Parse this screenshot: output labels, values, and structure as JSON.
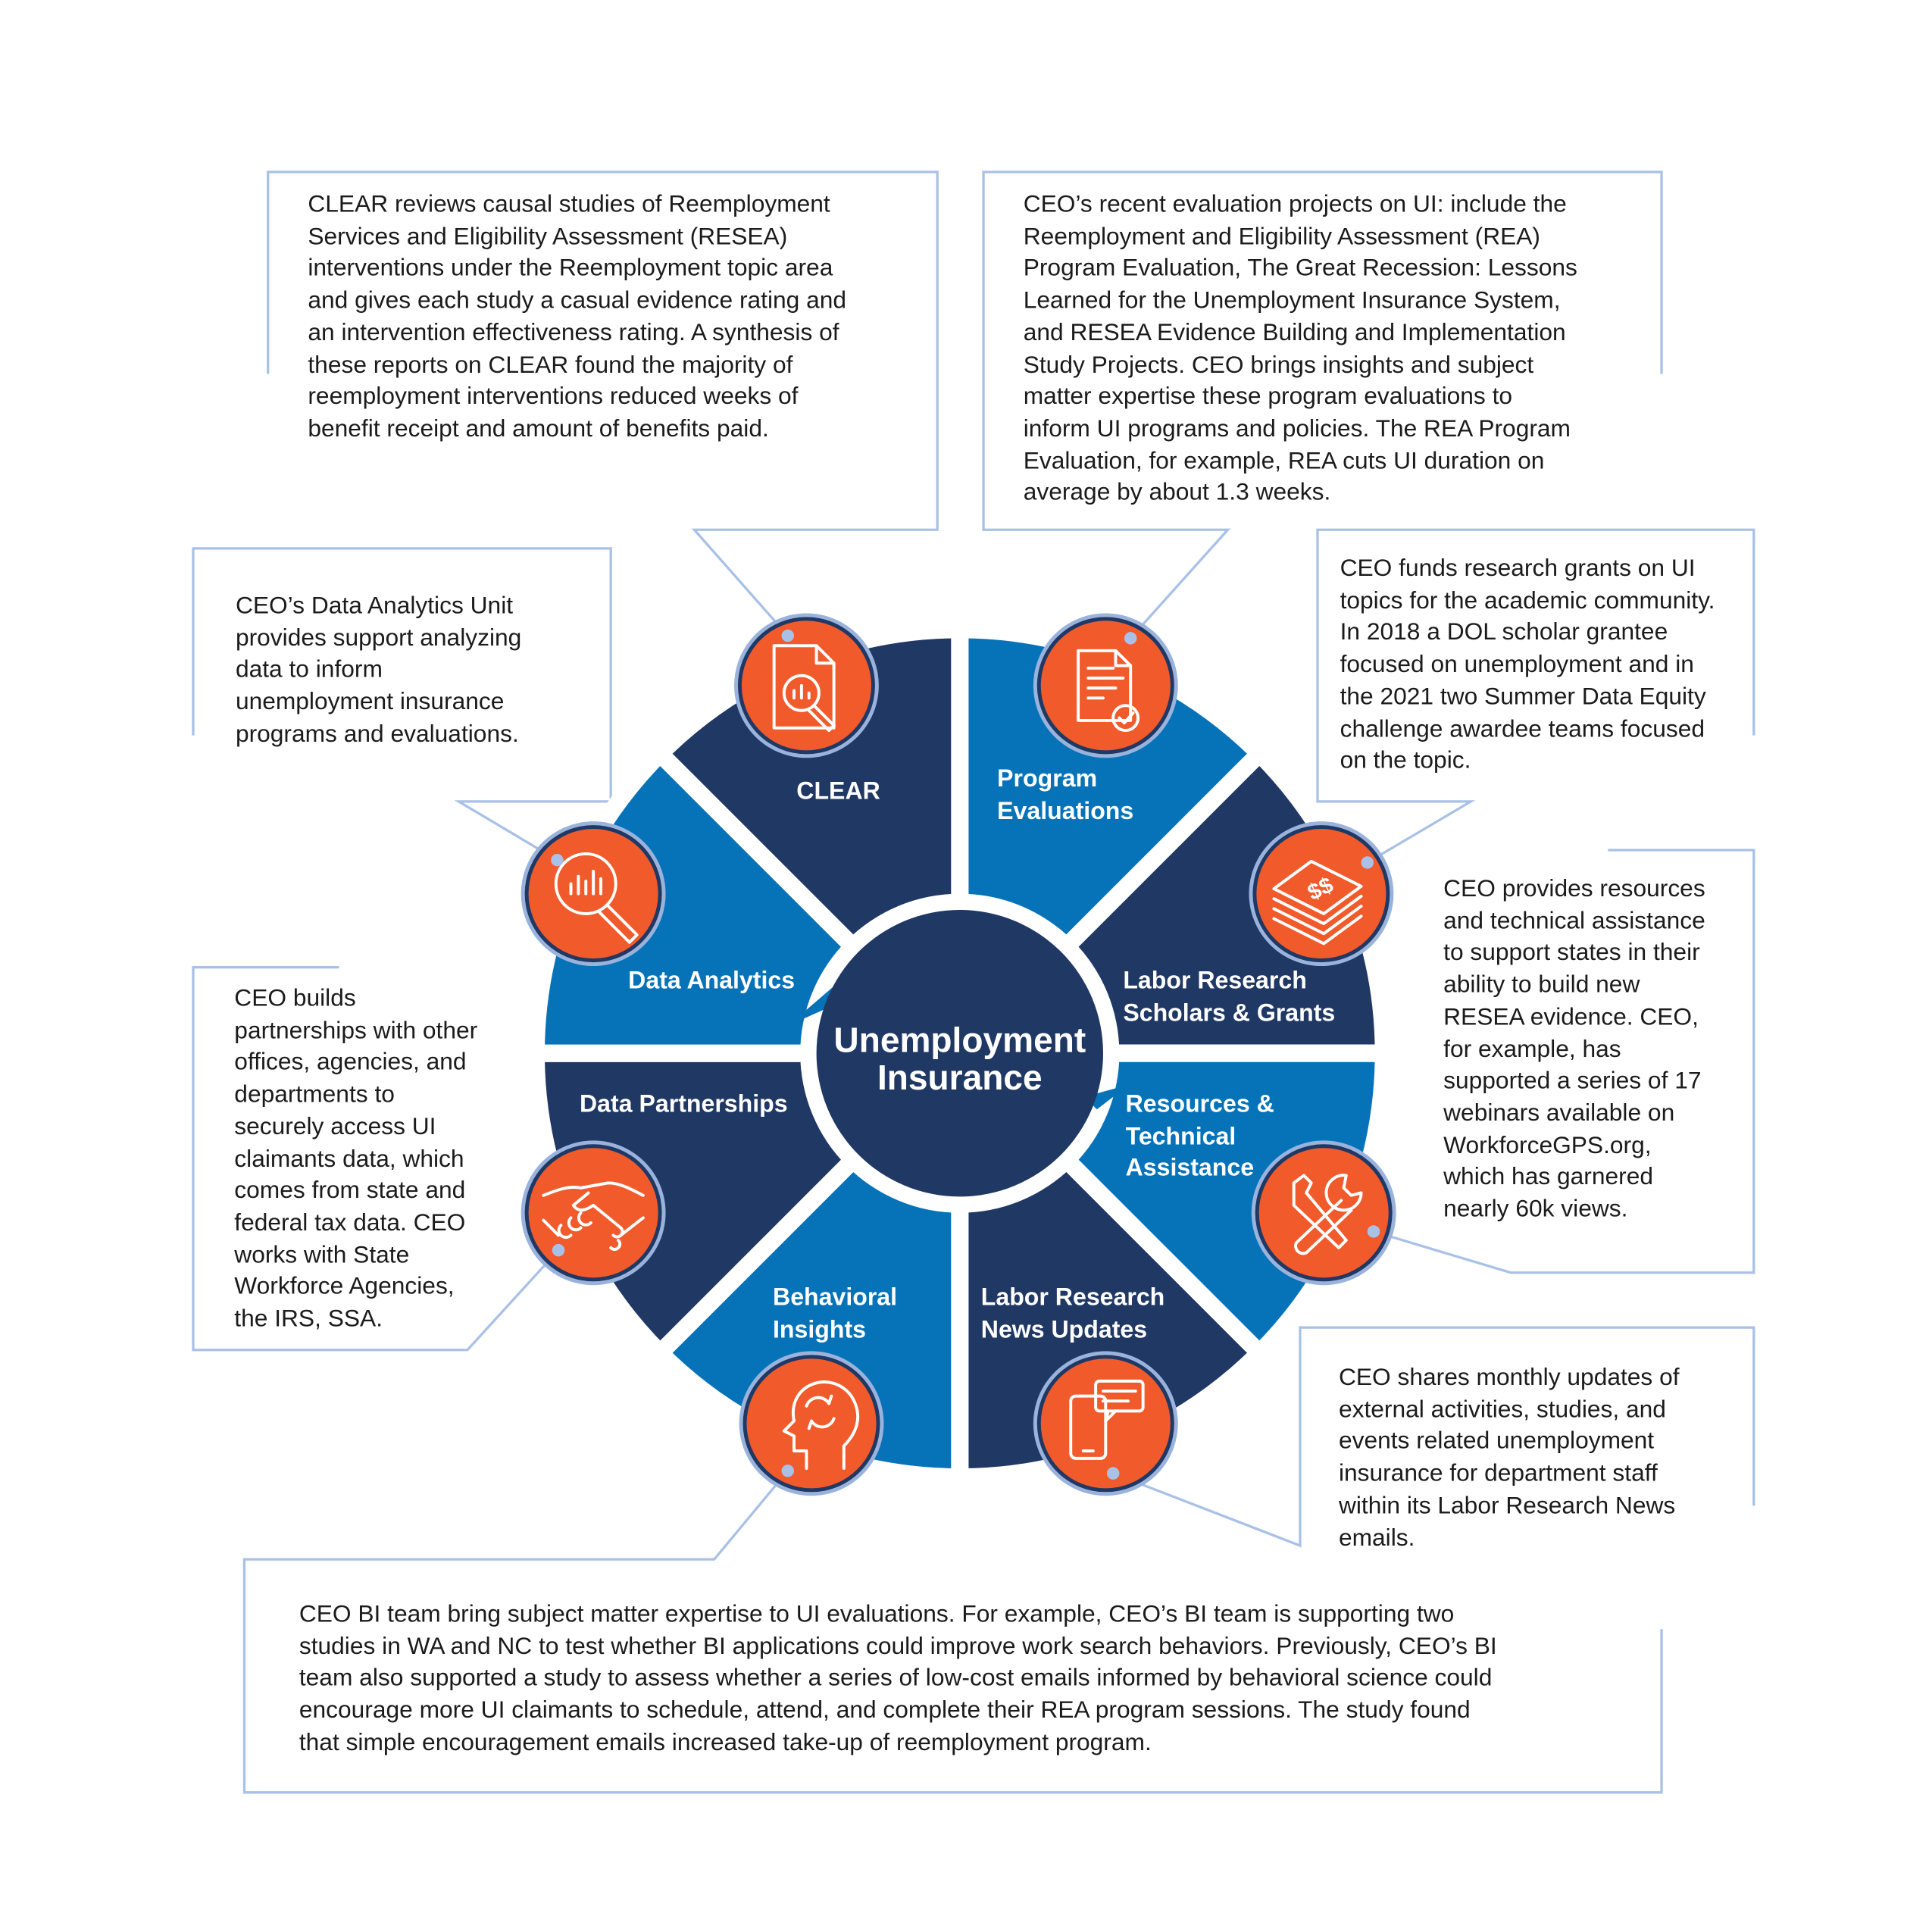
{
  "colors": {
    "dark": "#203864",
    "light": "#0673b9",
    "orange": "#f15a2b",
    "ring": "#9ab3dc",
    "callout": "#a9c1e6"
  },
  "center_title": "Unemployment\nInsurance",
  "segments": [
    {
      "label": "Program\nEvaluations",
      "icon": "document-check-icon"
    },
    {
      "label": "Labor Research\nScholars & Grants",
      "icon": "money-stack-icon"
    },
    {
      "label": "Resources &\nTechnical\nAssistance",
      "icon": "tools-icon"
    },
    {
      "label": "Labor Research\nNews Updates",
      "icon": "phone-message-icon"
    },
    {
      "label": "Behavioral\nInsights",
      "icon": "head-brain-icon"
    },
    {
      "label": "Data Partnerships",
      "icon": "handshake-icon"
    },
    {
      "label": "Data Analytics",
      "icon": "magnifier-chart-icon"
    },
    {
      "label": "CLEAR",
      "icon": "document-search-icon"
    }
  ],
  "callouts": {
    "clear": "CLEAR reviews causal studies of Reemployment\nServices and Eligibility Assessment (RESEA)\ninterventions under the Reemployment topic area\nand gives each study a casual evidence rating and\nan intervention effectiveness rating. A synthesis of\nthese reports on CLEAR found the majority of\nreemployment interventions reduced weeks of\nbenefit receipt and amount of benefits paid.",
    "program": "CEO’s recent evaluation projects on UI: include the\nReemployment and Eligibility Assessment (REA)\nProgram Evaluation, The Great Recession: Lessons\nLearned for the Unemployment Insurance System,\nand RESEA Evidence Building and Implementation\nStudy Projects. CEO brings insights and subject\nmatter expertise these program evaluations to\ninform UI programs and policies. The REA Program\nEvaluation, for example, REA cuts UI duration on\naverage by about 1.3 weeks.",
    "grants": "CEO funds research grants on UI\ntopics for the academic community.\nIn 2018 a DOL scholar grantee\nfocused on unemployment and in\nthe 2021 two Summer Data Equity\nchallenge awardee teams focused\non the topic.",
    "analytics": "CEO’s Data Analytics Unit\nprovides support analyzing\ndata to inform\nunemployment insurance\nprograms and evaluations.",
    "resources": "CEO provides resources\nand technical assistance\nto support states in their\nability to build new\nRESEA evidence. CEO,\nfor example, has\nsupported a series of 17\nwebinars available on\nWorkforceGPS.org,\nwhich has garnered\nnearly 60k views.",
    "partnerships": "CEO builds\npartnerships with other\noffices, agencies, and\ndepartments to\nsecurely access UI\nclaimants data, which\ncomes from state and\nfederal tax data. CEO\nworks with State\nWorkforce Agencies,\nthe IRS, SSA.",
    "news": "CEO shares monthly updates of\nexternal activities, studies, and\nevents related unemployment\ninsurance for department staff\nwithin its Labor Research News\nemails.",
    "bi": "CEO BI team bring subject matter expertise to UI evaluations. For example, CEO’s BI team is supporting two\nstudies in WA and NC to test whether BI applications could improve work search behaviors. Previously, CEO’s BI\nteam also supported a study to assess whether a series of low-cost emails informed by behavioral science could\nencourage more UI claimants to schedule, attend, and complete their REA program sessions. The study found\nthat simple encouragement emails increased take-up of reemployment program."
  }
}
